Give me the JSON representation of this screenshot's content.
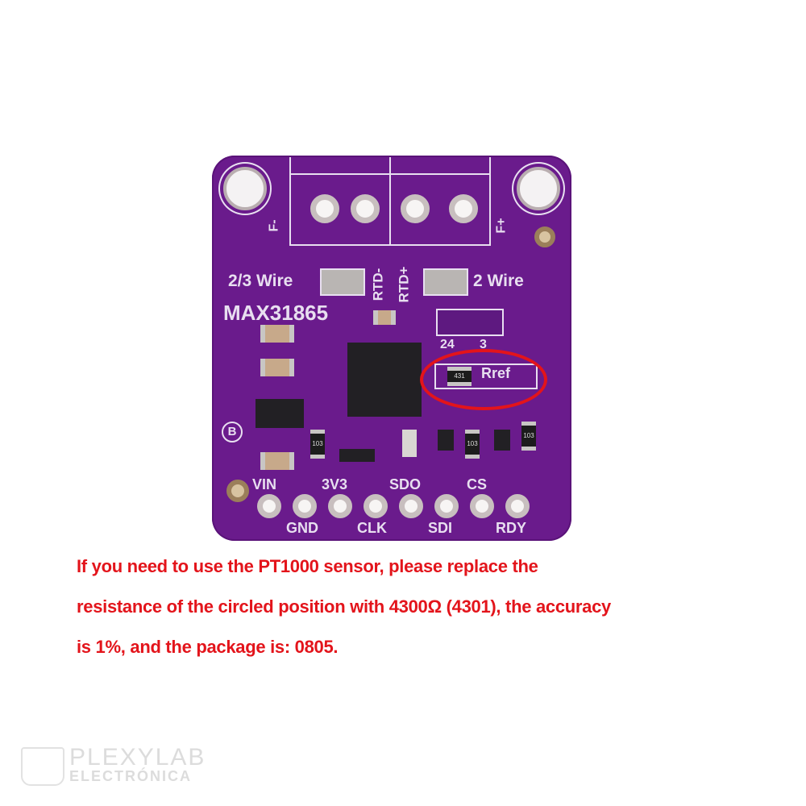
{
  "board": {
    "chip_label": "MAX31865",
    "labels": {
      "f_minus": "F-",
      "f_plus": "F+",
      "wire_23": "2/3 Wire",
      "wire_2": "2 Wire",
      "rtd_minus": "RTD-",
      "rtd_plus": "RTD+",
      "jumper_24": "24",
      "jumper_3": "3",
      "rref": "Rref",
      "rref_code": "431",
      "b_mark": "B",
      "res_code": "103"
    },
    "pins_top": [
      "VIN",
      "3V3",
      "SDO",
      "CS"
    ],
    "pins_bottom": [
      "GND",
      "CLK",
      "SDI",
      "RDY"
    ],
    "colors": {
      "pcb": "#6a1b8c",
      "silkscreen": "#e8dff0",
      "highlight_circle": "#e3141b"
    }
  },
  "note": {
    "line1": "If you need to use the PT1000 sensor, please replace the",
    "line2": "resistance of the circled position with 4300Ω (4301), the accuracy",
    "line3": "is 1%, and the package is: 0805.",
    "color": "#e3141b"
  },
  "watermark": {
    "brand_top": "PLEXYLAB",
    "brand_bottom": "ELECTRÓNICA"
  }
}
